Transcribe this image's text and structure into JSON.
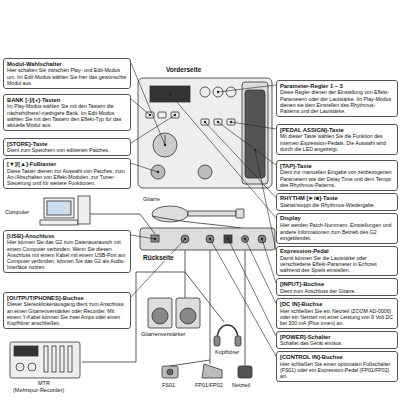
{
  "diagram": {
    "nodes": [
      {
        "text": [
          "Modul-Wahlschalter",
          "Hier schalten Sie zwischen Play- und Edit-Modus um. Im Edit-Modus wählen Sie hier das gewünschte Modul aus."
        ]
      },
      {
        "text": [
          "BANK [-]/[+]-Tasten",
          "Im Play-Modus wählen Sie mit den Tastern die nächsthöhere/-niedrigere Bank. Im Edit-Modus wählen Sie mit den Tastern den Effekt-Typ für das aktuelle Modul aus."
        ]
      },
      {
        "text": [
          "[STORE]-Taste",
          "Dient zum Speichern von editierten Patches."
        ]
      },
      {
        "text": [
          "[▼]/[▲]-Fußtaster",
          "Diese Taster dienen zur Auswahl von Patches, zum An-/Abschalten von Effekt-Modulen, zur Tuner-Steuerung und für weitere Funktionen."
        ]
      },
      {
        "text": [
          "[USB]-Anschluss",
          "Hier können Sie das G2 zum Datenaustausch mit einem Computer verbinden. Wenn Sie diesen Anschluss mit einem Kabel mit einem USB-Port am Computer verbinden, können Sie das G2 als Audio-Interface nutzen."
        ]
      },
      {
        "text": [
          "[OUTPUT/PHONES]-Buchse",
          "Dieser Stereoklinkenausgang dient zum Anschluss an einen Gitarrenverstärker oder Recorder. Mit einem Y-Kabel können Sie zwei Amps oder einen Kopfhörer anschließen."
        ]
      },
      {
        "text": [
          "Parameter-Regler 1 – 3",
          "Diese Regler dienen der Einstellung von Effekt-Parametern oder der Lautstärke. Im Play-Modus dienen sie dem Einstellen des Rhythmus-Patterns und der Lautstärke."
        ]
      },
      {
        "text": [
          "[PEDAL ASSIGN]-Taste",
          "Mit dieser Taste wählen Sie die Funktion des internen Expression-Pedals. Die Auswahl wird durch die LED angezeigt."
        ]
      },
      {
        "text": [
          "[TAP]-Taste",
          "Dient zur manuellen Eingabe von zeitbezogenen Parametern wie der Delay Time und dem Tempo des Rhythmus-Patterns."
        ]
      },
      {
        "text": [
          "RHYTHM [►/■]-Taste",
          "Startet/stoppt die Rhythmus-Wiedergabe."
        ]
      },
      {
        "text": [
          "Display",
          "Hier werden Patch-Nummern, Einstellungen und andere Informationen zum Betrieb des G2 eingeblendet."
        ]
      },
      {
        "text": [
          "Expression-Pedal",
          "Damit können Sie die Lautstärke oder verschiedene Effekt-Parameter in Echtzeit während des Spiels einstellen."
        ]
      },
      {
        "text": [
          "[INPUT]-Buchse",
          "Dient zum Anschluss der Gitarre."
        ]
      },
      {
        "text": [
          "[DC IN]-Buchse",
          "Hier schließen Sie ein Netzteil (ZOOM AD-0006) oder ein Netzteil mit einer Leistung von 9 Volt DC bei 300 mA (Plus innen) an."
        ]
      },
      {
        "text": [
          "[POWER]-Schalter",
          "Schaltet das Gerät ein/aus."
        ]
      },
      {
        "text": [
          "[CONTROL IN]-Buchse",
          "Hier schließen Sie einen optionalen Fußschalter (FS01) oder ein Expression-Pedal (FP01/FP02) an."
        ]
      }
    ],
    "labels": [
      "Vorderseite",
      "Gitarre",
      "Rückseite",
      "Computer",
      "Gitarrenverstärker",
      "Kopfhörer",
      "MTR",
      "(Mehrspur-Recorder)",
      "Netzteil",
      "FS01",
      "FP01/FP02"
    ]
  }
}
